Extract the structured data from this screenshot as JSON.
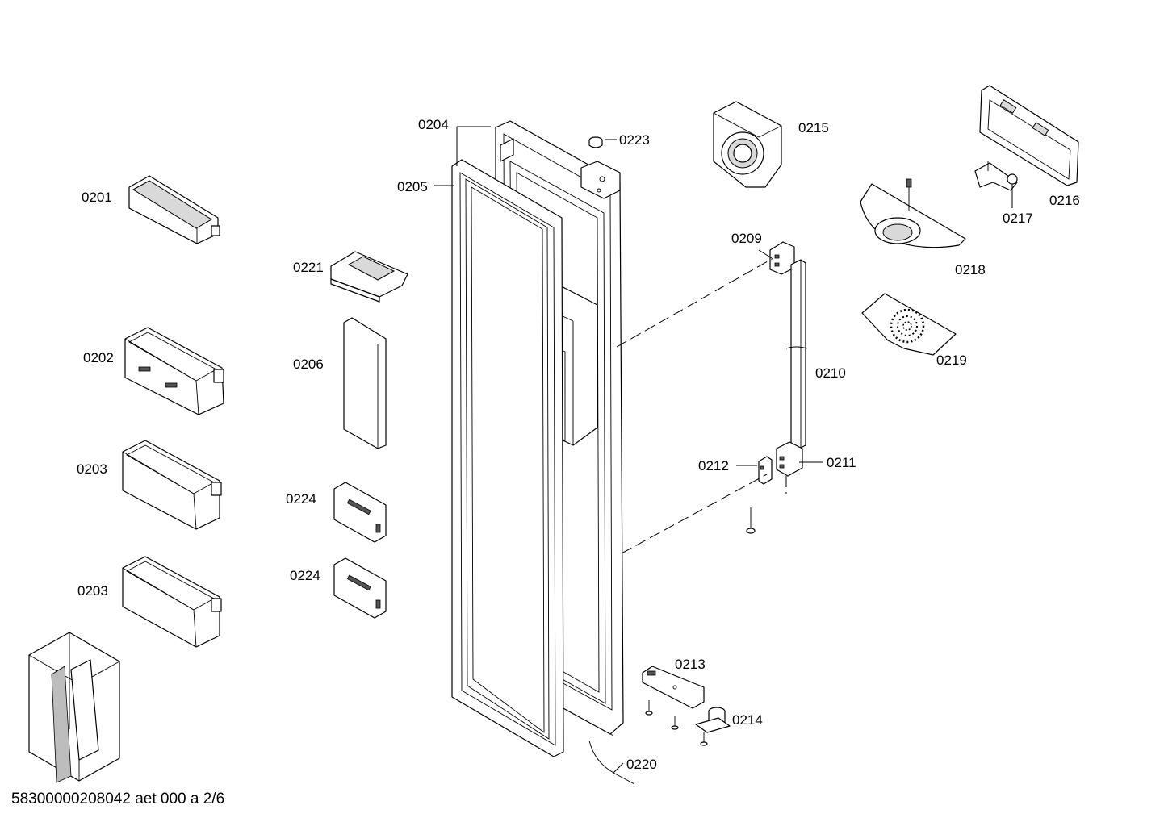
{
  "labels": {
    "p0201": "0201",
    "p0202": "0202",
    "p0203a": "0203",
    "p0203b": "0203",
    "p0204": "0204",
    "p0205": "0205",
    "p0206": "0206",
    "p0209": "0209",
    "p0210": "0210",
    "p0211": "0211",
    "p0212": "0212",
    "p0213": "0213",
    "p0214": "0214",
    "p0215": "0215",
    "p0216": "0216",
    "p0217": "0217",
    "p0218": "0218",
    "p0219": "0219",
    "p0220": "0220",
    "p0221": "0221",
    "p0223": "0223",
    "p0224a": "0224",
    "p0224b": "0224"
  },
  "footer": "58300000208042 aet 000 a 2/6"
}
